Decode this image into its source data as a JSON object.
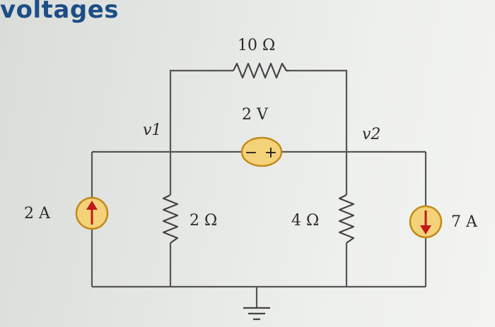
{
  "heading": "voltages",
  "labels": {
    "r_top": "10 Ω",
    "vsource": "2 V",
    "node1": "v1",
    "node2": "v2",
    "isource_left": "2 A",
    "r_left": "2 Ω",
    "r_right": "4 Ω",
    "isource_right": "7 A"
  },
  "vsource_polarity": {
    "minus": "−",
    "plus": "+"
  },
  "colors": {
    "source_fill": "#f4d27a",
    "source_stroke": "#c48a1a",
    "wire": "#555555",
    "heading": "#1d4d86"
  }
}
